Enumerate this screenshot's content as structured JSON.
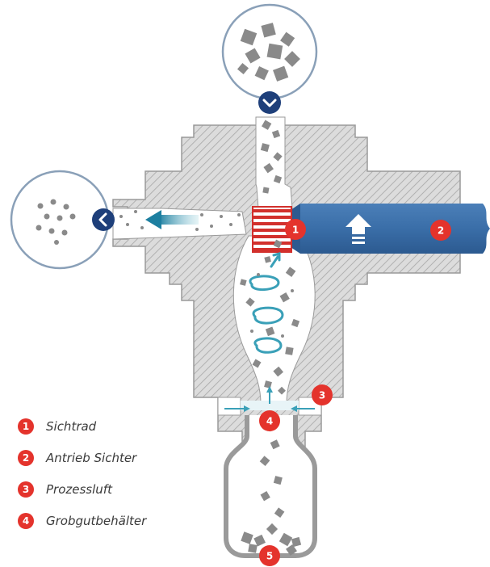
{
  "legend": [
    {
      "number": "1",
      "label": "Sichtrad"
    },
    {
      "number": "2",
      "label": "Antrieb Sichter"
    },
    {
      "number": "3",
      "label": "Prozessluft"
    },
    {
      "number": "4",
      "label": "Grobgutbehälter"
    }
  ],
  "badges": {
    "b1": "1",
    "b2": "2",
    "b3": "3",
    "b4": "4",
    "b5": "5"
  },
  "colors": {
    "badge": "#e4332c",
    "drive_shaft": "#3a6ea8",
    "housing_hatch": "#b9b9b9",
    "classifier_wheel": "#d2302c",
    "air_flow": "#3aa0b8",
    "icon_dark_blue": "#1e3f7a",
    "particle": "#8a8a8a"
  },
  "icons": [
    "chevron-down-icon",
    "chevron-left-icon",
    "air-up-arrow-icon",
    "flow-left-arrow-icon",
    "vortex-icon"
  ]
}
